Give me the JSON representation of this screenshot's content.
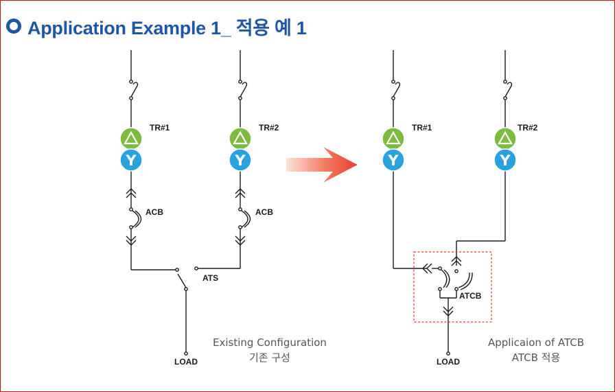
{
  "header": {
    "title": "Application Example 1_ 적용 예 1"
  },
  "existing": {
    "tr1_label": "TR#1",
    "tr2_label": "TR#2",
    "acb1_label": "ACB",
    "acb2_label": "ACB",
    "ats_label": "ATS",
    "load_label": "LOAD",
    "caption_line1": "Existing Configuration",
    "caption_line2": "기존 구성"
  },
  "proposed": {
    "tr1_label": "TR#1",
    "tr2_label": "TR#2",
    "atcb_label": "ATCB",
    "load_label": "LOAD",
    "caption_line1": "Applicaion of ATCB",
    "caption_line2": "ATCB 적용"
  },
  "symbols": {
    "delta": "△",
    "wye": "Y"
  },
  "colors": {
    "title_blue": "#1d56a6",
    "delta_green": "#7dbb3f",
    "wye_blue": "#29a3dd",
    "frame_red": "#c4161c",
    "arrow_red": "#e8412c",
    "dashed_box": "#d9382a"
  }
}
